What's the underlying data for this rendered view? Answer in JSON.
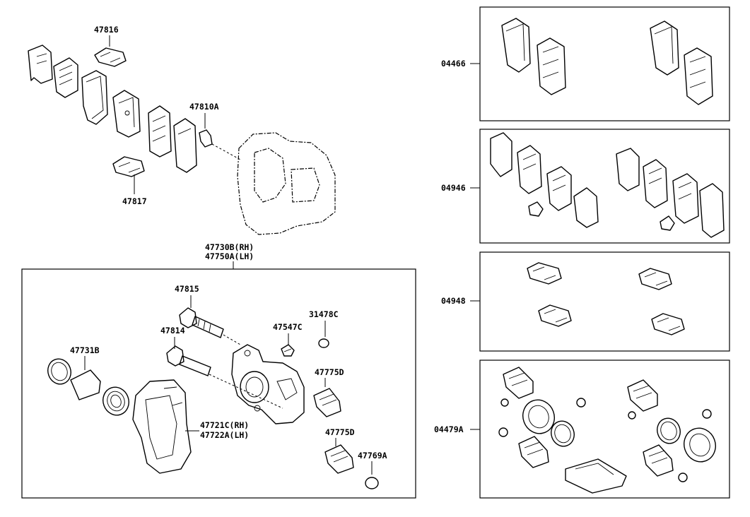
{
  "labels": {
    "p47816": "47816",
    "p47810A": "47810A",
    "p47817": "47817",
    "p47730B": "47730B(RH)",
    "p47750A": "47750A(LH)",
    "p47815": "47815",
    "p47814": "47814",
    "p31478C": "31478C",
    "p47547C": "47547C",
    "p47731B": "47731B",
    "p47775D_1": "47775D",
    "p47775D_2": "47775D",
    "p47721C": "47721C(RH)",
    "p47722A": "47722A(LH)",
    "p47769A": "47769A",
    "k04466": "04466",
    "k04946": "04946",
    "k04948": "04948",
    "k04479A": "04479A"
  }
}
